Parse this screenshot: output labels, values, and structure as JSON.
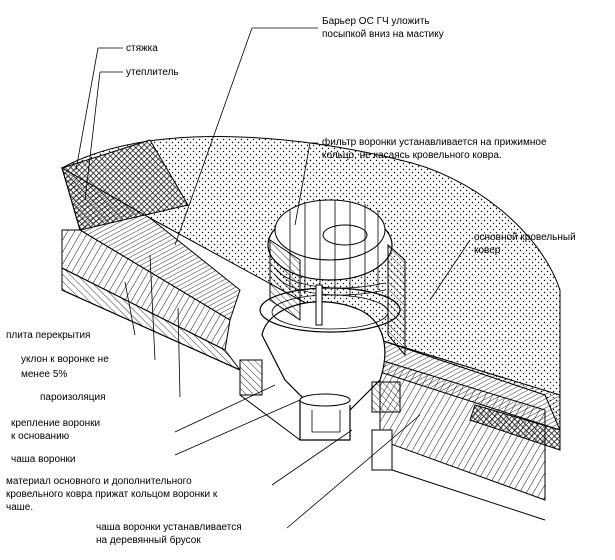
{
  "labels": {
    "barrier_1": "Барьер ОС ГЧ уложить",
    "barrier_2": "посыпкой вниз на мастику",
    "screed": "стяжка",
    "insulation": "утеплитель",
    "filter_1": "фильтр воронки устанавливается на прижимное",
    "filter_2": "кольцо, не касаясь  кровельного ковра.",
    "main_carpet_1": "основной кровельный",
    "main_carpet_2": "ковер",
    "slab": "плита перекрытия",
    "slope_1": "уклон  к воронке не",
    "slope_2": "менее 5%",
    "vapor": "пароизоляция",
    "fixing_1": "крепление воронки",
    "fixing_2": "к основанию",
    "bowl": "чаша воронки",
    "material_1": "материал основного и дополнительного",
    "material_2": "кровельного ковра прижат кольцом воронки к",
    "material_3": "чаше.",
    "wood_1": "чаша воронки устанавливается",
    "wood_2": "на деревянный брусок"
  }
}
